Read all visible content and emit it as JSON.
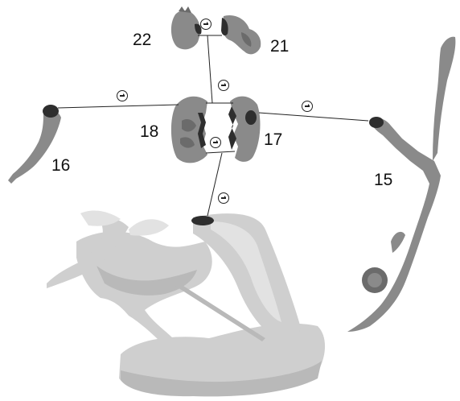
{
  "parts": [
    {
      "id": "22",
      "label": "22",
      "name": "head"
    },
    {
      "id": "21",
      "label": "21",
      "name": "headdress-back"
    },
    {
      "id": "18",
      "label": "18",
      "name": "torso-front"
    },
    {
      "id": "17",
      "label": "17",
      "name": "torso-back"
    },
    {
      "id": "16",
      "label": "16",
      "name": "arm"
    },
    {
      "id": "15",
      "label": "15",
      "name": "staff"
    }
  ],
  "glue_icon": "glue-drop-icon",
  "colors": {
    "part": "#8a8a8a",
    "base": "#cfcfcf",
    "line": "#222222"
  }
}
